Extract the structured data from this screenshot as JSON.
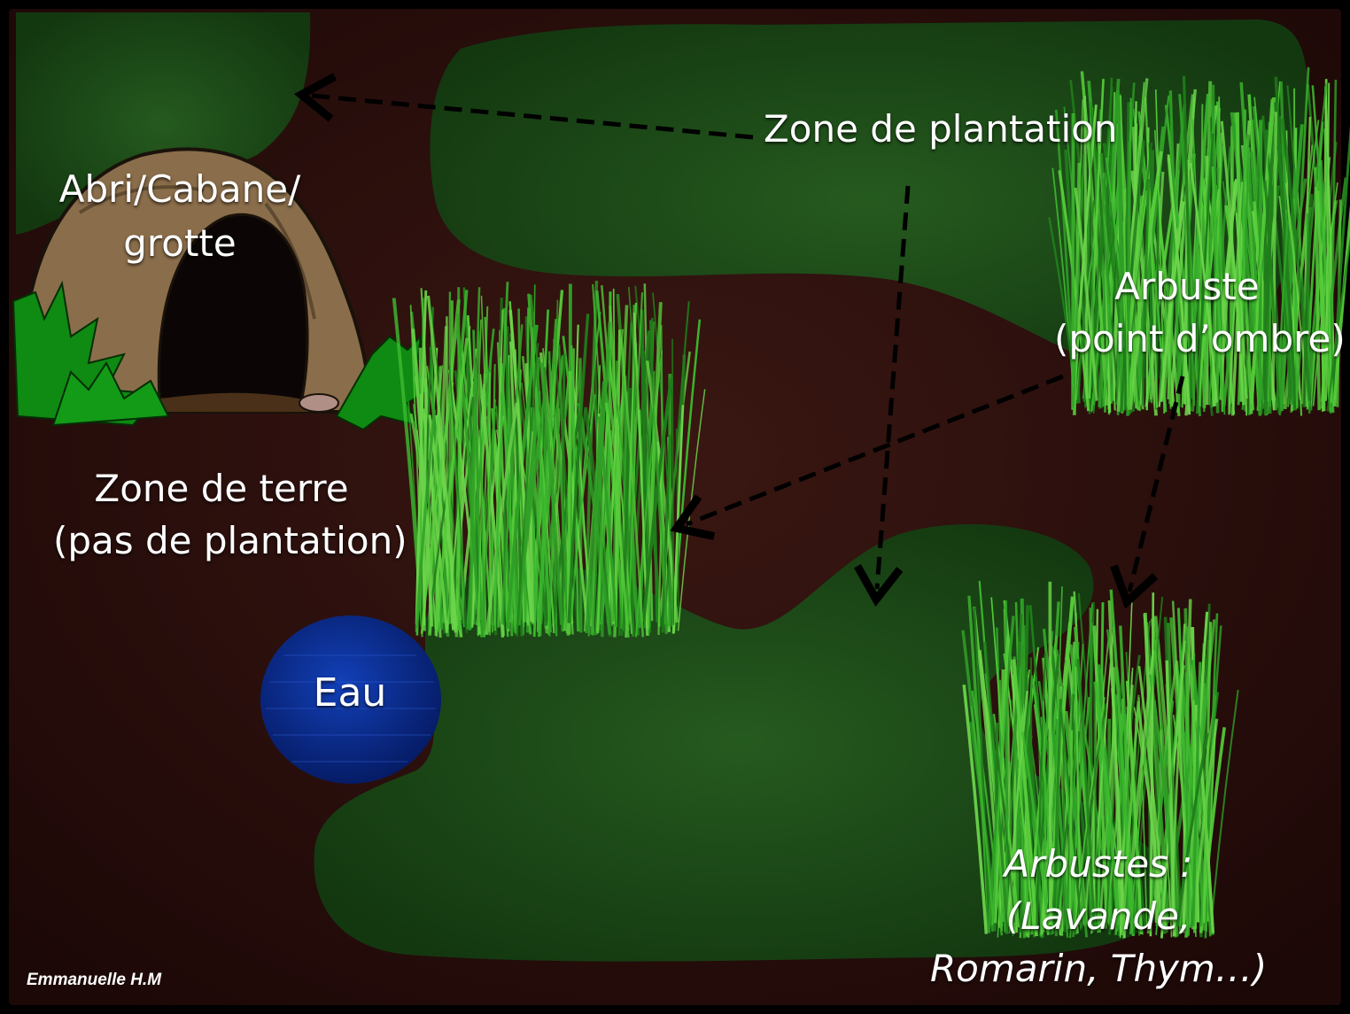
{
  "labels": {
    "plantation_zone": "Zone de plantation",
    "shelter_line1": "Abri/Cabane/",
    "shelter_line2": "grotte",
    "shrub_line1": "Arbuste",
    "shrub_line2": "(point d’ombre)",
    "soil_line1": "Zone de terre",
    "soil_line2": "(pas de plantation)",
    "water": "Eau",
    "shrubs_line1": "Arbustes :",
    "shrubs_line2": "(Lavande,",
    "shrubs_line3": "Romarin, Thym…)",
    "author": "Emmanuelle H.M"
  },
  "colors": {
    "soil": "#2a0f0c",
    "planting_zone": "#1e4d1a",
    "water": "#0a2a8c",
    "grass": "#3cb82e",
    "cave_rock": "#8a6d4a",
    "arrow": "#000000",
    "text": "#ffffff"
  }
}
